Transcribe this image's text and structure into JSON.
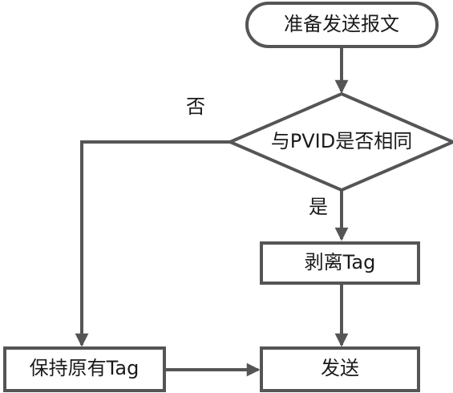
{
  "nodes": {
    "start": "准备发送报文",
    "decision": "与PVID是否相同",
    "strip_tag": "剥离Tag",
    "keep_tag": "保持原有Tag",
    "send": "发送"
  },
  "edge_labels": {
    "no": "否",
    "yes": "是"
  },
  "colors": {
    "stroke": "#555555",
    "text": "#1a1a1a",
    "background": "#ffffff"
  }
}
